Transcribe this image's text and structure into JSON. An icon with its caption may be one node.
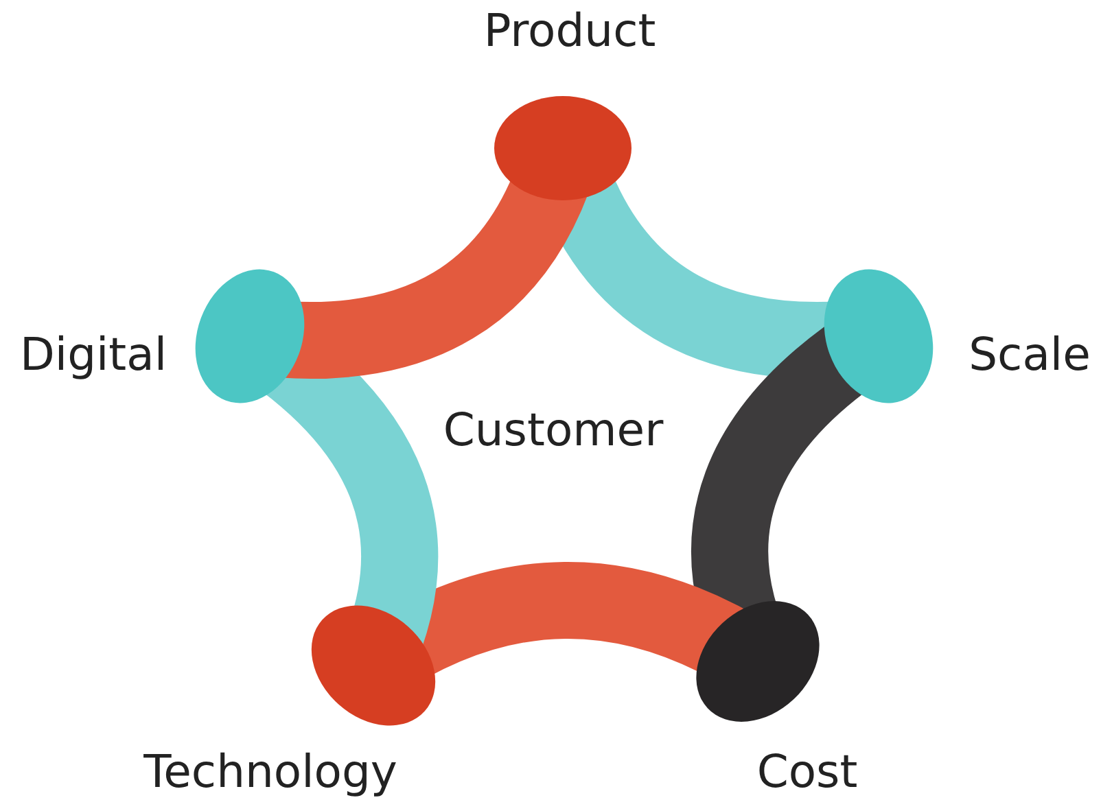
{
  "diagram": {
    "labels": [
      "Product",
      "Digital",
      "Customer",
      "Scale",
      "Technology",
      "Cost"
    ]
  }
}
